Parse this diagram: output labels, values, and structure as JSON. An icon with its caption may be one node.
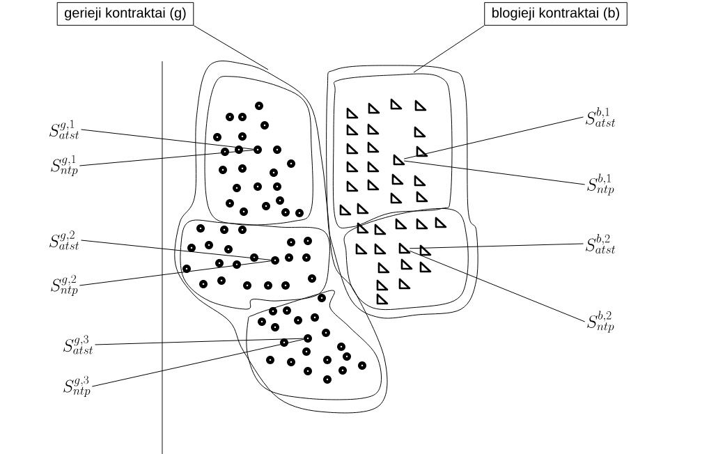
{
  "diagram": {
    "nodes": [
      {
        "text": [
          "gerieji kontraktai (g)"
        ]
      },
      {
        "text": [
          "blogieji kontraktai (b)"
        ]
      },
      {
        "text": [],
        "shape": "blob"
      },
      {
        "text": [],
        "shape": "blob",
        "in": 2
      },
      {
        "text": [],
        "shape": "circle",
        "in": 3
      },
      {
        "text": [],
        "shape": "blob",
        "in": 2
      },
      {
        "text": [],
        "shape": "circle",
        "in": 5
      },
      {
        "text": [],
        "shape": "blob",
        "in": 2
      },
      {
        "text": [],
        "shape": "circle",
        "in": 7
      },
      {
        "text": [],
        "shape": "blob"
      },
      {
        "text": [],
        "shape": "blob",
        "in": 9
      },
      {
        "text": [],
        "shape": "triangle",
        "in": 10
      },
      {
        "text": [],
        "shape": "blob",
        "in": 9
      },
      {
        "text": [],
        "shape": "triangle",
        "in": 12
      },
      {
        "text": [
          "S^{g,1}_{atst}"
        ]
      },
      {
        "text": [
          "S^{g,1}_{ntp}"
        ]
      },
      {
        "text": [
          "S^{g,2}_{atst}"
        ]
      },
      {
        "text": [
          "S^{g,2}_{ntp}"
        ]
      },
      {
        "text": [
          "S^{g,3}_{atst}"
        ]
      },
      {
        "text": [
          "S^{g,3}_{ntp}"
        ]
      },
      {
        "text": [
          "S^{b,1}_{atst}"
        ]
      },
      {
        "text": [
          "S^{b,1}_{ntp}"
        ]
      },
      {
        "text": [
          "S^{b,2}_{atst}"
        ]
      },
      {
        "text": [
          "S^{b,2}_{ntp}"
        ]
      },
      {
        "text": [],
        "shape": "circle",
        "in": 3
      },
      {
        "text": [],
        "shape": "circle",
        "in": 3
      },
      {
        "text": [],
        "shape": "circle",
        "in": 3
      },
      {
        "text": [],
        "shape": "circle",
        "in": 3
      },
      {
        "text": [],
        "shape": "circle",
        "in": 3
      },
      {
        "text": [],
        "shape": "circle",
        "in": 3
      },
      {
        "text": [],
        "shape": "circle",
        "in": 3
      },
      {
        "text": [],
        "shape": "circle",
        "in": 3
      },
      {
        "text": [],
        "shape": "circle",
        "in": 3
      },
      {
        "text": [],
        "shape": "circle",
        "in": 3
      },
      {
        "text": [],
        "shape": "circle",
        "in": 3
      },
      {
        "text": [],
        "shape": "circle",
        "in": 3
      },
      {
        "text": [],
        "shape": "circle",
        "in": 3
      },
      {
        "text": [],
        "shape": "circle",
        "in": 3
      },
      {
        "text": [],
        "shape": "circle",
        "in": 3
      },
      {
        "text": [],
        "shape": "circle",
        "in": 3
      },
      {
        "text": [],
        "shape": "circle",
        "in": 3
      },
      {
        "text": [],
        "shape": "circle",
        "in": 3
      },
      {
        "text": [],
        "shape": "circle",
        "in": 3
      },
      {
        "text": [],
        "shape": "circle",
        "in": 3
      },
      {
        "text": [],
        "shape": "circle",
        "in": 3
      },
      {
        "text": [],
        "shape": "circle",
        "in": 3
      },
      {
        "text": [],
        "shape": "circle",
        "in": 5
      },
      {
        "text": [],
        "shape": "circle",
        "in": 5
      },
      {
        "text": [],
        "shape": "circle",
        "in": 5
      },
      {
        "text": [],
        "shape": "circle",
        "in": 5
      },
      {
        "text": [],
        "shape": "circle",
        "in": 5
      },
      {
        "text": [],
        "shape": "circle",
        "in": 5
      },
      {
        "text": [],
        "shape": "circle",
        "in": 5
      },
      {
        "text": [],
        "shape": "circle",
        "in": 5
      },
      {
        "text": [],
        "shape": "circle",
        "in": 5
      },
      {
        "text": [],
        "shape": "circle",
        "in": 5
      },
      {
        "text": [],
        "shape": "circle",
        "in": 5
      },
      {
        "text": [],
        "shape": "circle",
        "in": 5
      },
      {
        "text": [],
        "shape": "circle",
        "in": 5
      },
      {
        "text": [],
        "shape": "circle",
        "in": 5
      },
      {
        "text": [],
        "shape": "circle",
        "in": 5
      },
      {
        "text": [],
        "shape": "circle",
        "in": 5
      },
      {
        "text": [],
        "shape": "circle",
        "in": 5
      },
      {
        "text": [],
        "shape": "circle",
        "in": 5
      },
      {
        "text": [],
        "shape": "circle",
        "in": 5
      },
      {
        "text": [],
        "shape": "circle",
        "in": 5
      },
      {
        "text": [],
        "shape": "circle",
        "in": 7
      },
      {
        "text": [],
        "shape": "circle",
        "in": 7
      },
      {
        "text": [],
        "shape": "circle",
        "in": 7
      },
      {
        "text": [],
        "shape": "circle",
        "in": 7
      },
      {
        "text": [],
        "shape": "circle",
        "in": 7
      },
      {
        "text": [],
        "shape": "circle",
        "in": 7
      },
      {
        "text": [],
        "shape": "circle",
        "in": 7
      },
      {
        "text": [],
        "shape": "circle",
        "in": 7
      },
      {
        "text": [],
        "shape": "circle",
        "in": 7
      },
      {
        "text": [],
        "shape": "circle",
        "in": 7
      },
      {
        "text": [],
        "shape": "circle",
        "in": 7
      },
      {
        "text": [],
        "shape": "circle",
        "in": 7
      },
      {
        "text": [],
        "shape": "circle",
        "in": 7
      },
      {
        "text": [],
        "shape": "circle",
        "in": 7
      },
      {
        "text": [],
        "shape": "circle",
        "in": 7
      },
      {
        "text": [],
        "shape": "circle",
        "in": 7
      },
      {
        "text": [],
        "shape": "circle",
        "in": 7
      },
      {
        "text": [],
        "shape": "circle",
        "in": 7
      },
      {
        "text": [],
        "shape": "circle",
        "in": 7
      },
      {
        "text": [],
        "shape": "triangle",
        "in": 10
      },
      {
        "text": [],
        "shape": "triangle",
        "in": 10
      },
      {
        "text": [],
        "shape": "triangle",
        "in": 10
      },
      {
        "text": [],
        "shape": "triangle",
        "in": 10
      },
      {
        "text": [],
        "shape": "triangle",
        "in": 10
      },
      {
        "text": [],
        "shape": "triangle",
        "in": 10
      },
      {
        "text": [],
        "shape": "triangle",
        "in": 10
      },
      {
        "text": [],
        "shape": "triangle",
        "in": 10
      },
      {
        "text": [],
        "shape": "triangle",
        "in": 10
      },
      {
        "text": [],
        "shape": "triangle",
        "in": 10
      },
      {
        "text": [],
        "shape": "triangle",
        "in": 10
      },
      {
        "text": [],
        "shape": "triangle",
        "in": 10
      },
      {
        "text": [],
        "shape": "triangle",
        "in": 10
      },
      {
        "text": [],
        "shape": "triangle",
        "in": 10
      },
      {
        "text": [],
        "shape": "triangle",
        "in": 10
      },
      {
        "text": [],
        "shape": "triangle",
        "in": 10
      },
      {
        "text": [],
        "shape": "triangle",
        "in": 10
      },
      {
        "text": [],
        "shape": "triangle",
        "in": 10
      },
      {
        "text": [],
        "shape": "triangle",
        "in": 10
      },
      {
        "text": [],
        "shape": "triangle",
        "in": 10
      },
      {
        "text": [],
        "shape": "triangle",
        "in": 12
      },
      {
        "text": [],
        "shape": "triangle",
        "in": 12
      },
      {
        "text": [],
        "shape": "triangle",
        "in": 12
      },
      {
        "text": [],
        "shape": "triangle",
        "in": 12
      },
      {
        "text": [],
        "shape": "triangle",
        "in": 12
      },
      {
        "text": [],
        "shape": "triangle",
        "in": 12
      },
      {
        "text": [],
        "shape": "triangle",
        "in": 12
      },
      {
        "text": [],
        "shape": "triangle",
        "in": 12
      },
      {
        "text": [],
        "shape": "triangle",
        "in": 12
      },
      {
        "text": [],
        "shape": "triangle",
        "in": 12
      },
      {
        "text": [],
        "shape": "triangle",
        "in": 12
      },
      {
        "text": [],
        "shape": "triangle",
        "in": 12
      },
      {
        "text": [],
        "shape": "triangle",
        "in": 12
      },
      {
        "text": [],
        "shape": "triangle",
        "in": 12
      }
    ],
    "edges": [
      {
        "from": 0,
        "to": 2,
        "arrow": "none"
      },
      {
        "from": 1,
        "to": 9,
        "arrow": "none"
      },
      {
        "from": 14,
        "to": 4,
        "arrow": "none"
      },
      {
        "from": 15,
        "to": 4,
        "arrow": "none"
      },
      {
        "from": 16,
        "to": 6,
        "arrow": "none"
      },
      {
        "from": 17,
        "to": 6,
        "arrow": "none"
      },
      {
        "from": 18,
        "to": 8,
        "arrow": "none"
      },
      {
        "from": 19,
        "to": 8,
        "arrow": "none"
      },
      {
        "from": 20,
        "to": 11,
        "arrow": "none"
      },
      {
        "from": 21,
        "to": 11,
        "arrow": "none"
      },
      {
        "from": 22,
        "to": 13,
        "arrow": "none"
      },
      {
        "from": 23,
        "to": 13,
        "arrow": "none"
      }
    ]
  }
}
